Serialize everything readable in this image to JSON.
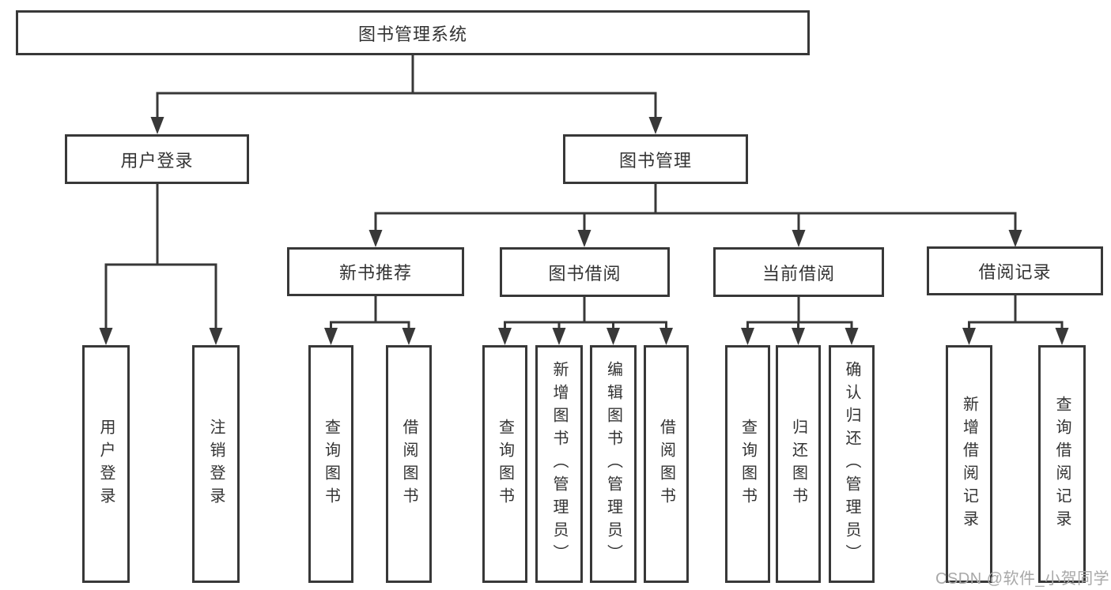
{
  "diagram": {
    "root": {
      "label": "图书管理系统"
    },
    "branches": [
      {
        "label": "用户登录"
      },
      {
        "label": "图书管理"
      }
    ],
    "user_login_children": [
      "用户登录",
      "注销登录"
    ],
    "modules": [
      {
        "label": "新书推荐",
        "children": [
          "查询图书",
          "借阅图书"
        ]
      },
      {
        "label": "图书借阅",
        "children": [
          "查询图书",
          "新增图书（管理员）",
          "编辑图书（管理员）",
          "借阅图书"
        ]
      },
      {
        "label": "当前借阅",
        "children": [
          "查询图书",
          "归还图书",
          "确认归还（管理员）"
        ]
      },
      {
        "label": "借阅记录",
        "children": [
          "新增借阅记录",
          "查询借阅记录"
        ]
      }
    ],
    "watermark": "CSDN @软件_小贺同学",
    "colors": {
      "line": "#383838",
      "text": "#333333",
      "watermark": "#a8a8a8"
    }
  }
}
